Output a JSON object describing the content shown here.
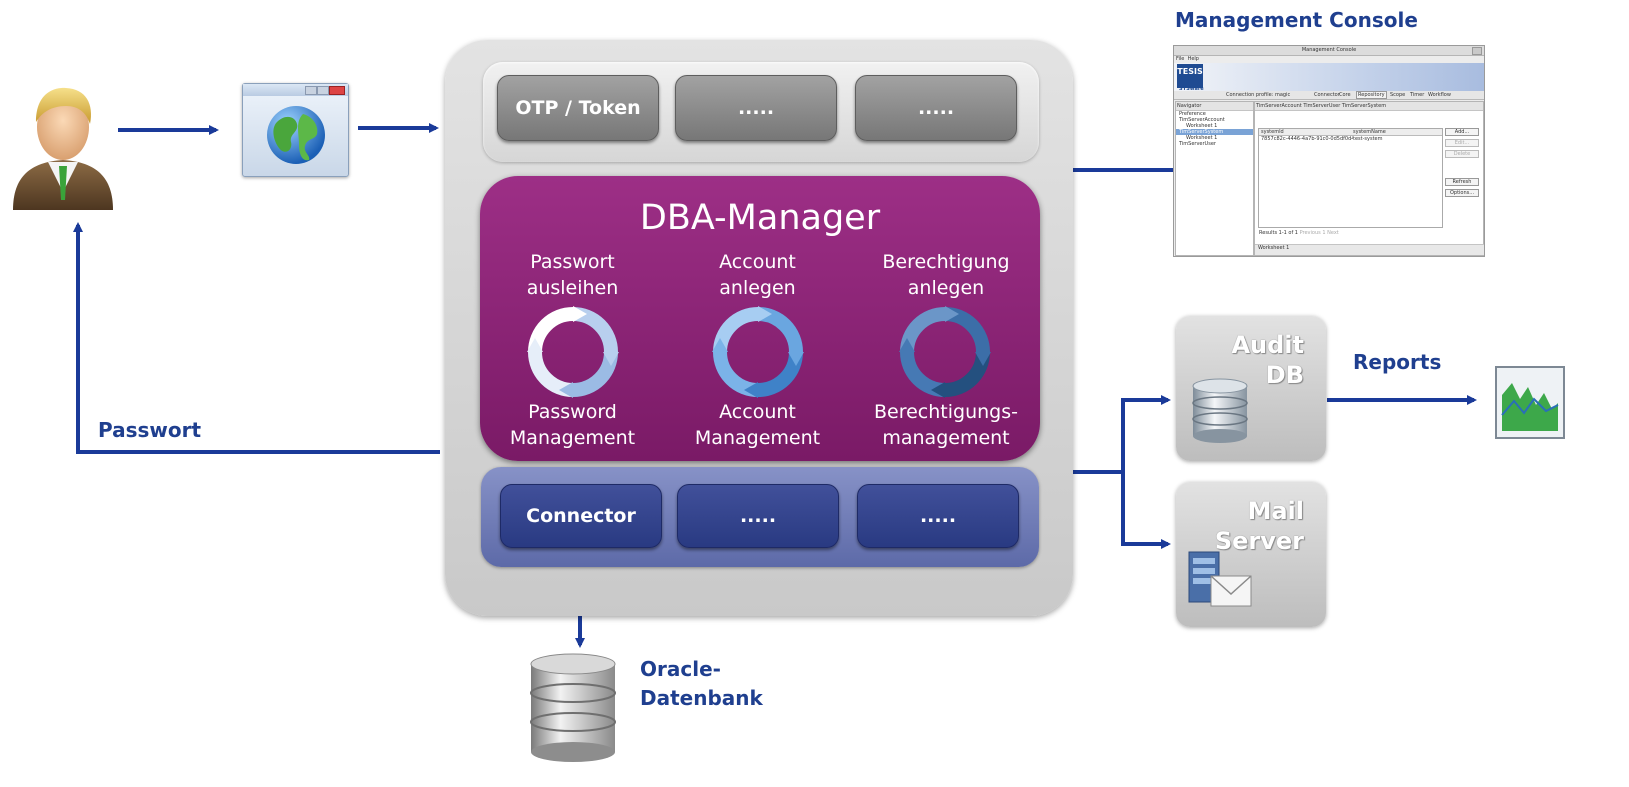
{
  "top_boxes": [
    "OTP / Token",
    ".....",
    "....."
  ],
  "dba": {
    "title": "DBA-Manager",
    "features": [
      {
        "top_line1": "Passwort",
        "top_line2": "ausleihen",
        "bottom_line1": "Password",
        "bottom_line2": "Management",
        "color": "#a9c4e6"
      },
      {
        "top_line1": "Account",
        "top_line2": "anlegen",
        "bottom_line1": "Account",
        "bottom_line2": "Management",
        "color": "#5b9ad8"
      },
      {
        "top_line1": "Berechtigung",
        "top_line2": "anlegen",
        "bottom_line1": "Berechtigungs-",
        "bottom_line2": "management",
        "color": "#2f5c93"
      }
    ]
  },
  "bottom_boxes": [
    "Connector",
    ".....",
    "....."
  ],
  "labels": {
    "management_console": "Management Console",
    "reports": "Reports",
    "passwort": "Passwort",
    "oracle_line1": "Oracle-",
    "oracle_line2": "Datenbank"
  },
  "side_boxes": {
    "audit_line1": "Audit",
    "audit_line2": "DB",
    "mail_line1": "Mail",
    "mail_line2": "Server"
  },
  "console": {
    "window_title": "Management Console",
    "menu": [
      "File",
      "Help"
    ],
    "brand": "TESIS",
    "brand_sub": "SYSware",
    "profile_label": "Connection profile: magic",
    "toolbar": [
      "Connector",
      "Core",
      "Repository",
      "Scope",
      "Timer",
      "Workflow"
    ],
    "nav_title": "Navigator",
    "tabs": [
      "TimServerAccount",
      "TimServerUser",
      "TimServerSystem"
    ],
    "tree": [
      "Preference",
      "TimServerAccount",
      "Worksheet 1",
      "TimServerSystem",
      "Worksheet 1",
      "TimServerUser"
    ],
    "columns": [
      "systemId",
      "systemName"
    ],
    "row": [
      "7857c82c-4446-4a7b-91c0-0d5df0d42d",
      "test-system"
    ],
    "side_buttons": [
      "Add...",
      "Edit...",
      "Delete",
      "Refresh",
      "Options..."
    ],
    "results": "Results 1-1 of 1",
    "pager": "Previous 1 Next",
    "bottom_tab": "Worksheet 1"
  },
  "colors": {
    "arrow": "#1a3a99",
    "dba": "#8b2378",
    "label": "#1f3f8f"
  }
}
